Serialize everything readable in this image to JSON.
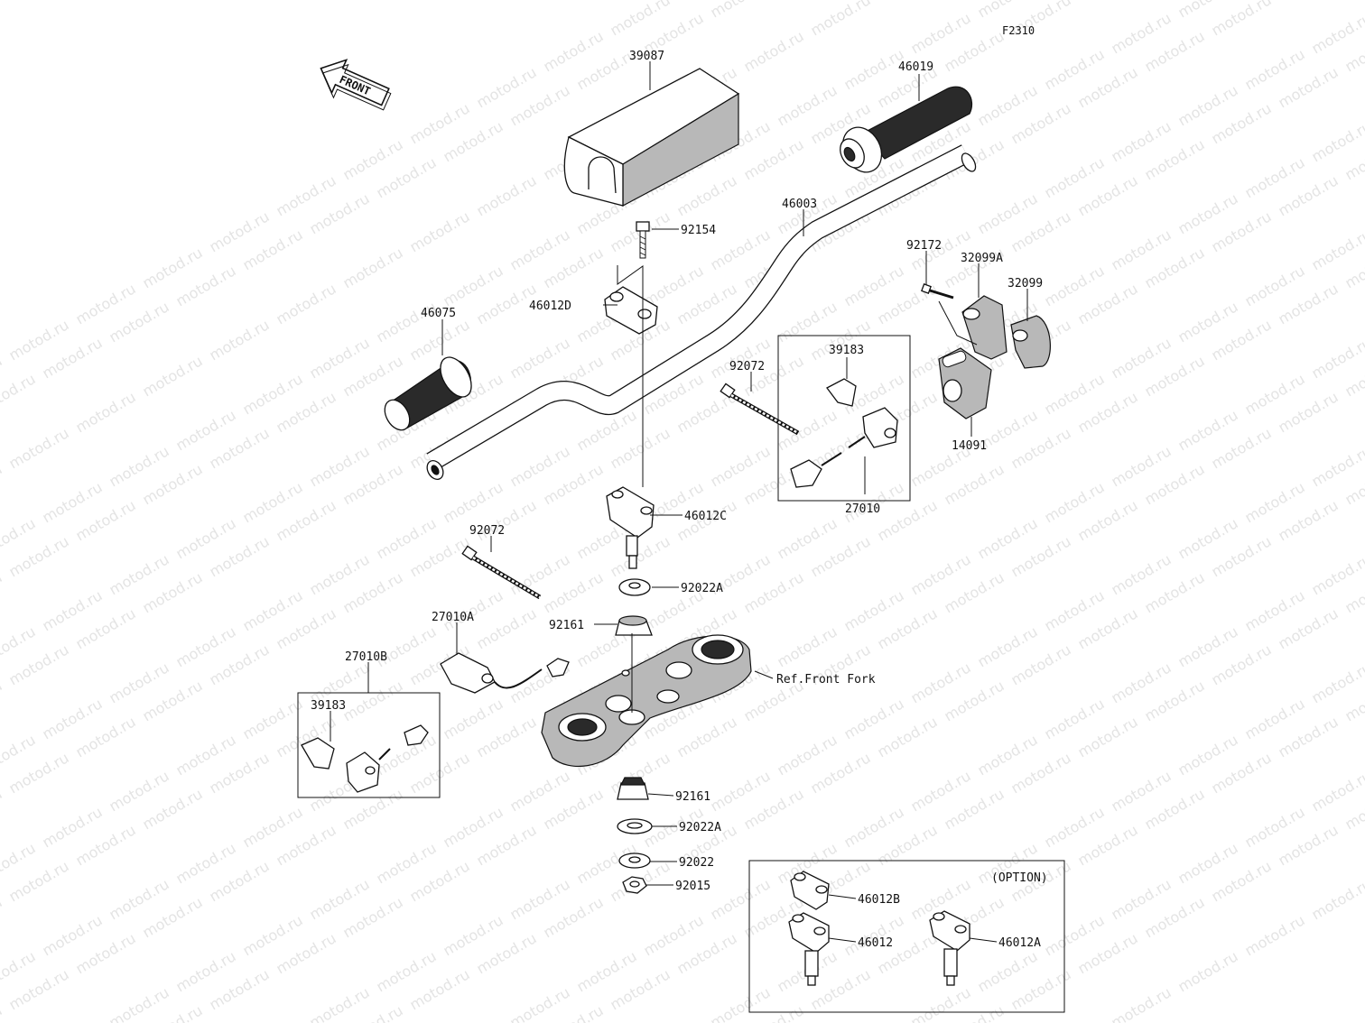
{
  "figure_code": "F2310",
  "direction_label": "FRONT",
  "watermark_text": "motod.ru",
  "option_label": "(OPTION)",
  "parts": {
    "pad": "39087",
    "grip_right": "46019",
    "handlebar": "46003",
    "bolt_upper": "92154",
    "holder_cap_d": "46012D",
    "grip_left": "46075",
    "bolt_right": "92172",
    "housing_a": "32099A",
    "housing": "32099",
    "clamp_right": "39183",
    "band_right": "92072",
    "throttle_case": "14091",
    "switch_right": "27010",
    "holder_c": "46012C",
    "band_left": "92072",
    "washer_a_upper": "92022A",
    "switch_a": "27010A",
    "damper_upper": "92161",
    "switch_b": "27010B",
    "clamp_left": "39183",
    "ref_front_fork": "Ref.Front Fork",
    "damper_lower": "92161",
    "washer_a_lower": "92022A",
    "washer": "92022",
    "nut": "92015",
    "opt_cap_b": "46012B",
    "opt_holder": "46012",
    "opt_holder_a": "46012A"
  }
}
